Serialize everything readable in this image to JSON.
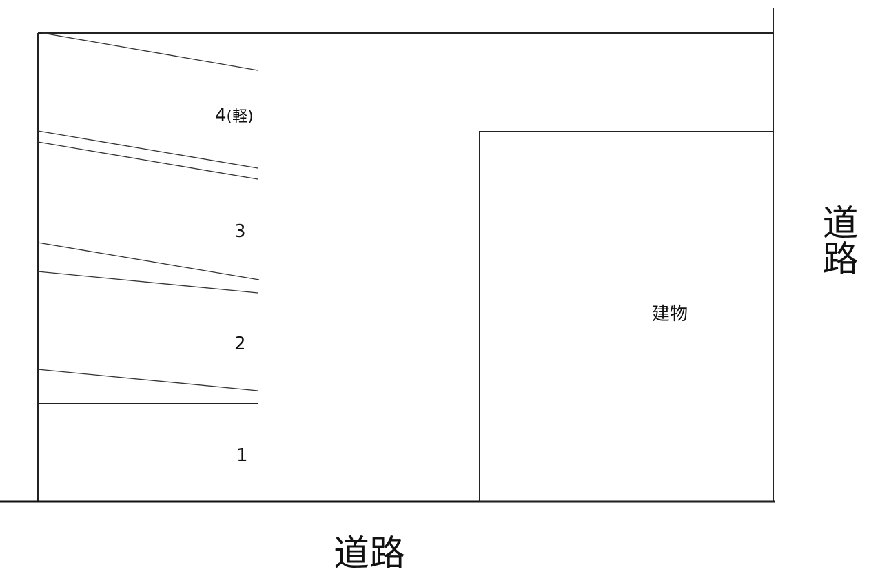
{
  "diagram": {
    "type": "parking-site-plan",
    "slots": [
      {
        "id": 1,
        "label": "1"
      },
      {
        "id": 2,
        "label": "2"
      },
      {
        "id": 3,
        "label": "3"
      },
      {
        "id": 4,
        "label": "4",
        "note": "(軽)"
      }
    ],
    "building": {
      "label": "建物"
    },
    "roads": {
      "bottom": "道路",
      "right": "道路"
    },
    "colors": {
      "line": "#222222",
      "background": "#ffffff"
    }
  }
}
